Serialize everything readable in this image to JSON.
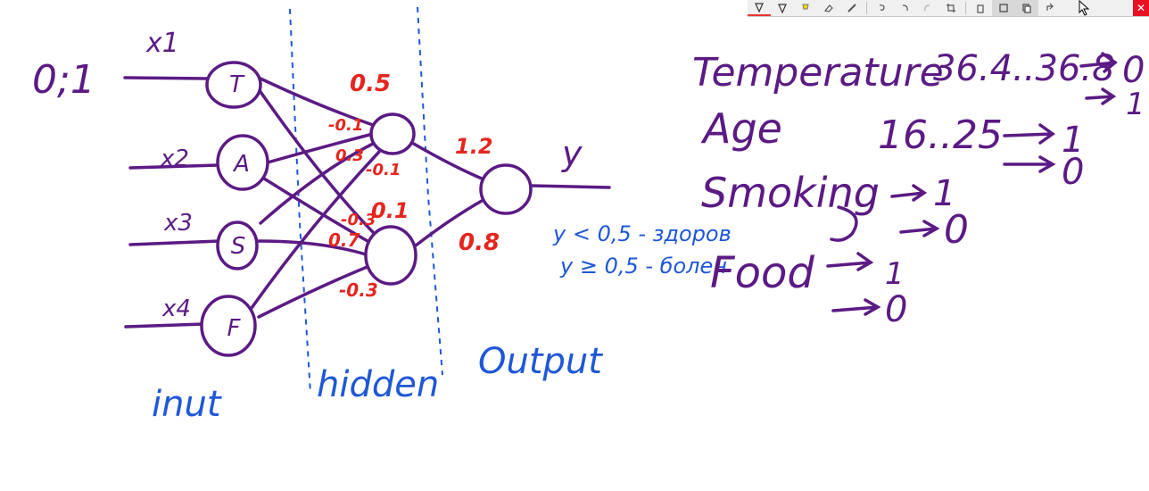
{
  "colors": {
    "purple": "#5b1a84",
    "red": "#e5261e",
    "blue": "#1f57d6",
    "toolbar_bg": "#f0f0f0",
    "close_red": "#e81123"
  },
  "diagram": {
    "input_range": "0;1",
    "inputs": [
      {
        "label": "x1",
        "node": "T"
      },
      {
        "label": "x2",
        "node": "A"
      },
      {
        "label": "x3",
        "node": "S"
      },
      {
        "label": "x4",
        "node": "F"
      }
    ],
    "weights_h1": [
      "0.5",
      "-0.1",
      "0.3",
      "-0.1"
    ],
    "weights_h2": [
      "0.1",
      "-0.3",
      "0.7",
      "-0.3"
    ],
    "weights_out": [
      "1.2",
      "0.8"
    ],
    "output_label": "y",
    "rule_1": "y < 0,5 - здоров",
    "rule_2": "y ≥ 0,5 - болен",
    "layer_labels": {
      "input": "inut",
      "hidden": "hidden",
      "output": "Output"
    }
  },
  "features": [
    {
      "name": "Temperature",
      "range": "36.4..36.8",
      "maps": [
        "0",
        "1"
      ]
    },
    {
      "name": "Age",
      "range": "16..25",
      "maps": [
        "1",
        "0"
      ]
    },
    {
      "name": "Smoking",
      "range": "",
      "maps": [
        "1",
        "0"
      ]
    },
    {
      "name": "Food",
      "range": "",
      "maps": [
        "1",
        "0"
      ]
    }
  ],
  "toolbar": {
    "icons": [
      "pen-icon",
      "pen-dropdown-icon",
      "highlighter-icon",
      "eraser-icon",
      "ruler-icon",
      "lasso-icon",
      "undo-icon",
      "redo-icon",
      "crop-icon",
      "delete-icon",
      "save-icon",
      "copy-icon",
      "share-icon"
    ],
    "close_label": "✕"
  }
}
